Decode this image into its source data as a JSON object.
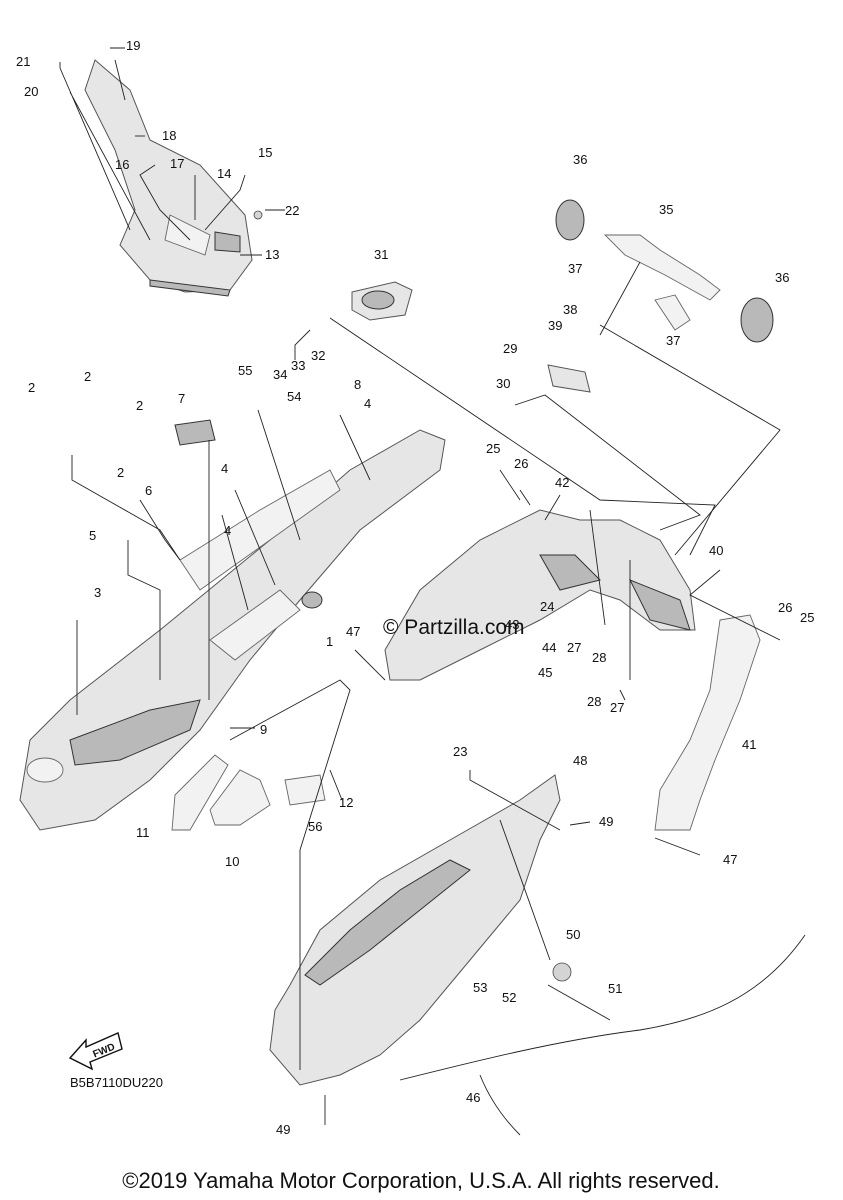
{
  "watermark": "© Partzilla.com",
  "diagram_code": "B5B7110DU220",
  "fwd_label": "FWD",
  "copyright": "©2019 Yamaha Motor Corporation, U.S.A. All rights reserved.",
  "callouts": [
    "1",
    "2",
    "2",
    "2",
    "2",
    "3",
    "4",
    "4",
    "4",
    "5",
    "6",
    "7",
    "8",
    "9",
    "10",
    "11",
    "12",
    "13",
    "14",
    "15",
    "16",
    "17",
    "18",
    "19",
    "20",
    "21",
    "22",
    "23",
    "24",
    "25",
    "25",
    "26",
    "26",
    "27",
    "27",
    "28",
    "28",
    "29",
    "30",
    "31",
    "32",
    "33",
    "34",
    "35",
    "36",
    "36",
    "37",
    "37",
    "38",
    "39",
    "40",
    "41",
    "42",
    "43",
    "44",
    "45",
    "46",
    "47",
    "47",
    "48",
    "49",
    "49",
    "50",
    "51",
    "52",
    "53",
    "54",
    "55",
    "56"
  ]
}
